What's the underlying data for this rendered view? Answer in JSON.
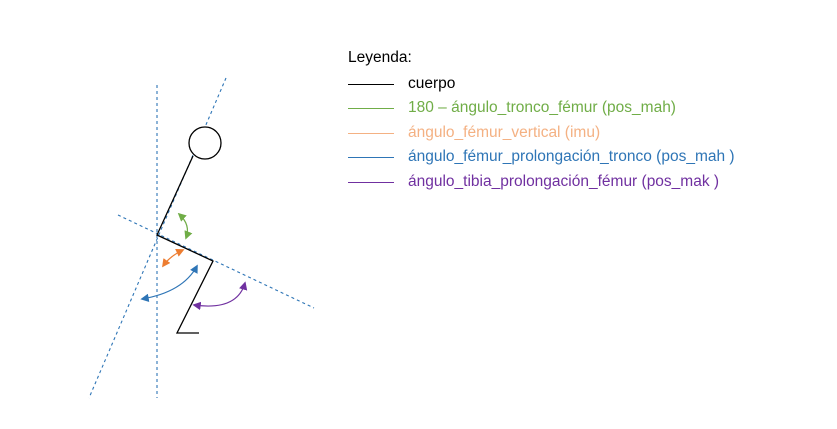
{
  "legend": {
    "title": "Leyenda:",
    "items": [
      {
        "label": "cuerpo",
        "color": "#000000"
      },
      {
        "label": "180 – ángulo_tronco_fémur (pos_mah)",
        "color": "#70ad47"
      },
      {
        "label": "ángulo_fémur_vertical (imu)",
        "color": "#f4b183"
      },
      {
        "label": "ángulo_fémur_prolongación_tronco (pos_mah )",
        "color": "#2e75b6"
      },
      {
        "label": "ángulo_tibia_prolongación_fémur (pos_mak )",
        "color": "#7030a0"
      }
    ]
  },
  "colors": {
    "body": "#000000",
    "guide_lines": "#2e75b6",
    "arrow_trunk_femur": "#70ad47",
    "arrow_femur_vertical": "#ed7d31",
    "arrow_femur_extension": "#2e75b6",
    "arrow_tibia_extension": "#7030a0"
  }
}
